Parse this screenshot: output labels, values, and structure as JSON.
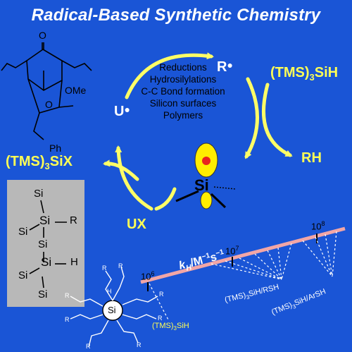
{
  "title": "Radical-Based Synthetic Chemistry",
  "cycle": {
    "applications": [
      "Reductions",
      "Hydrosilylations",
      "C-C Bond formation",
      "Silicon surfaces",
      "Polymers"
    ],
    "radical_r": "R",
    "radical_u": "U",
    "reagent_label": "(TMS)3SiH",
    "product_rh": "RH",
    "product_x": "(TMS)3SiX",
    "substrate_ux": "UX",
    "silyl_radical_atom": "Si"
  },
  "molecule": {
    "ketone_o": "O",
    "methoxy": "OMe",
    "ring_o": "O",
    "phenyl": "Ph"
  },
  "silane_structure": {
    "atoms": [
      "Si",
      "Si",
      "R",
      "Si",
      "Si",
      "Si",
      "H",
      "Si",
      "Si"
    ]
  },
  "dendrimer": {
    "core": "Si",
    "h_label": "H",
    "r_label": "R"
  },
  "rate_scale": {
    "axis_label": "kH/M−1s−1",
    "ticks": [
      "10^6",
      "10^7",
      "10^8"
    ],
    "markers": [
      "(TMS)3SiH",
      "(TMS)3SiH/RSH",
      "(TMS)3SiH/ArSH"
    ]
  },
  "colors": {
    "background": "#1a55d6",
    "arrow_yellow": "#ffff66",
    "orbital_yellow": "#ffee00",
    "orbital_dot": "#e8231f",
    "scale_bar": "#f2a6a6",
    "gray_box": "#b8b8b8"
  }
}
